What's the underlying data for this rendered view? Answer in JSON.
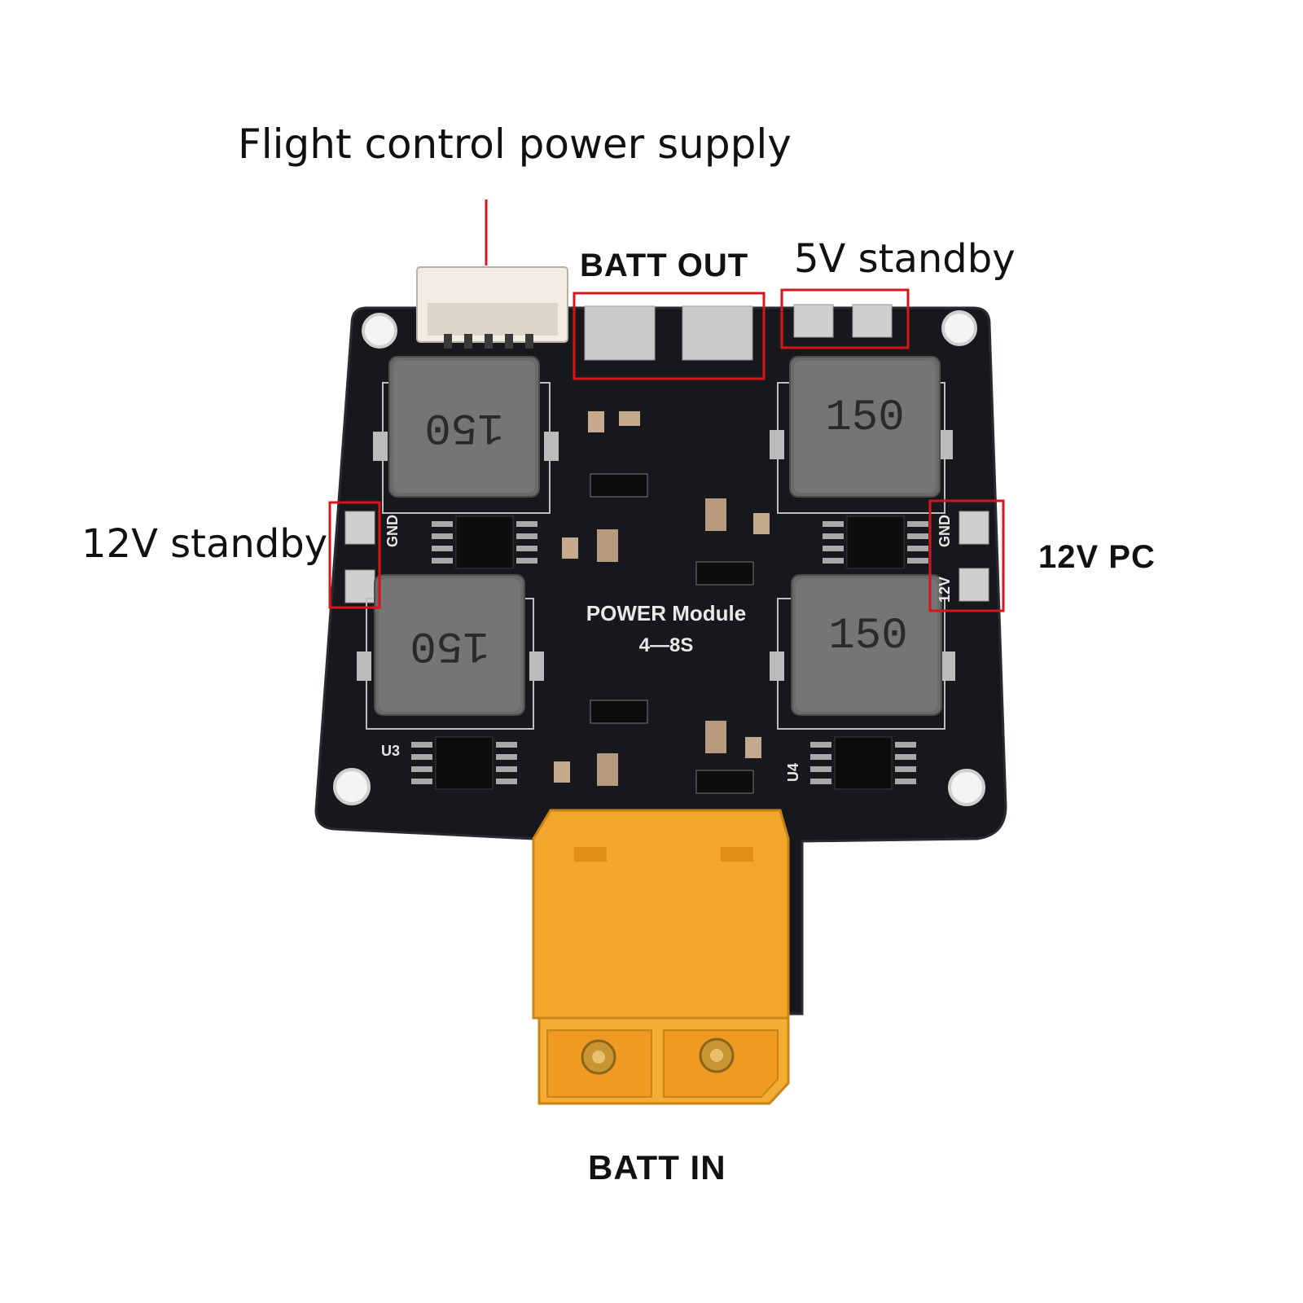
{
  "labels": {
    "flight_control": "Flight control power supply",
    "batt_out": "BATT OUT",
    "standby_5v": "5V standby",
    "standby_12v": "12V standby",
    "pc_12v": "12V PC",
    "batt_in": "BATT IN"
  },
  "board": {
    "title": "POWER Module",
    "subtitle": "4—8S",
    "inductor_marking": "150",
    "silk_gnd": "GND",
    "silk_12v": "12V",
    "silk_u3": "U3",
    "silk_u4": "U4"
  },
  "colors": {
    "pcb": "#17181c",
    "highlight_box": "#d8141c",
    "connector": "#f2a72c",
    "pointer_line": "#d8141c"
  }
}
